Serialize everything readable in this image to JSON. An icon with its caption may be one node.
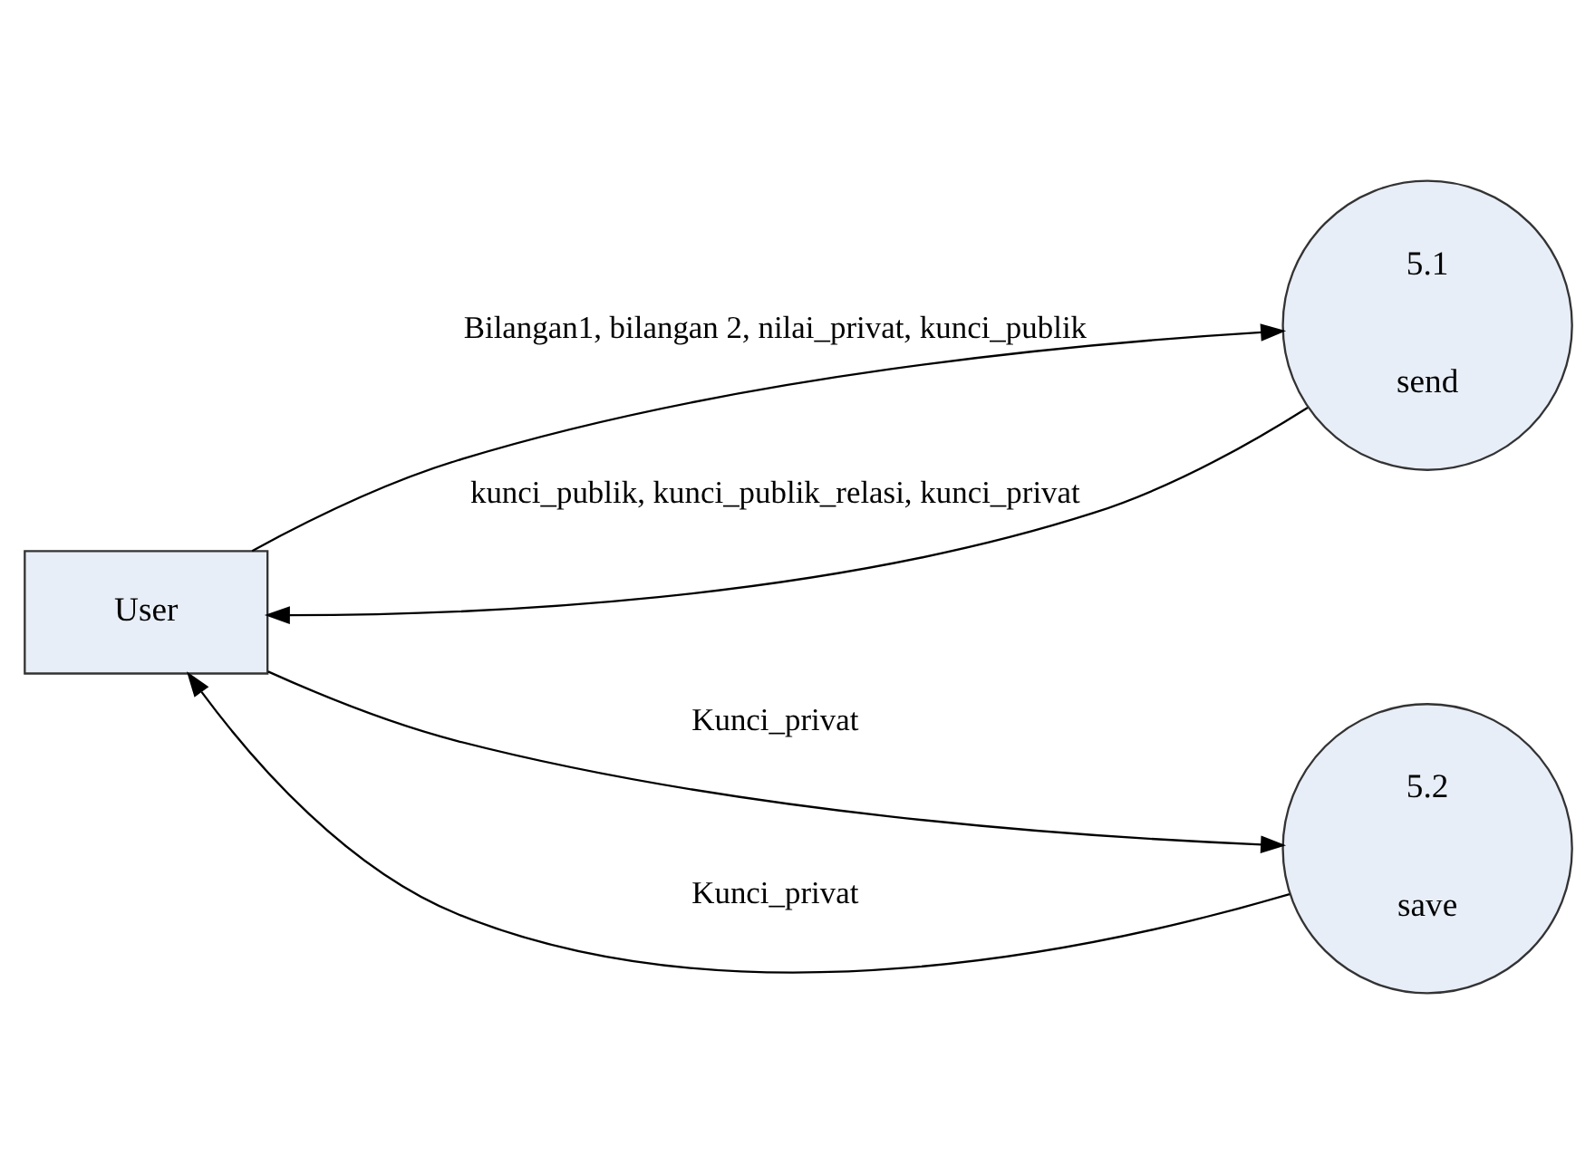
{
  "diagram": {
    "nodes": [
      {
        "text": [
          "User"
        ]
      },
      {
        "text": [
          "5.1",
          "send"
        ]
      },
      {
        "text": [
          "5.2",
          "save"
        ]
      }
    ],
    "edges": [
      {
        "from": 1,
        "to": 0,
        "arrow": "to",
        "label": "kunci_publik, kunci_publik_relasi, kunci_privat"
      },
      {
        "from": 0,
        "to": 1,
        "arrow": "to",
        "label": "Bilangan1, bilangan 2, nilai_privat, kunci_publik"
      },
      {
        "from": 0,
        "to": 2,
        "arrow": "to",
        "label": "Kunci_privat"
      },
      {
        "from": 2,
        "to": 0,
        "arrow": "to",
        "label": "Kunci_privat"
      }
    ]
  }
}
